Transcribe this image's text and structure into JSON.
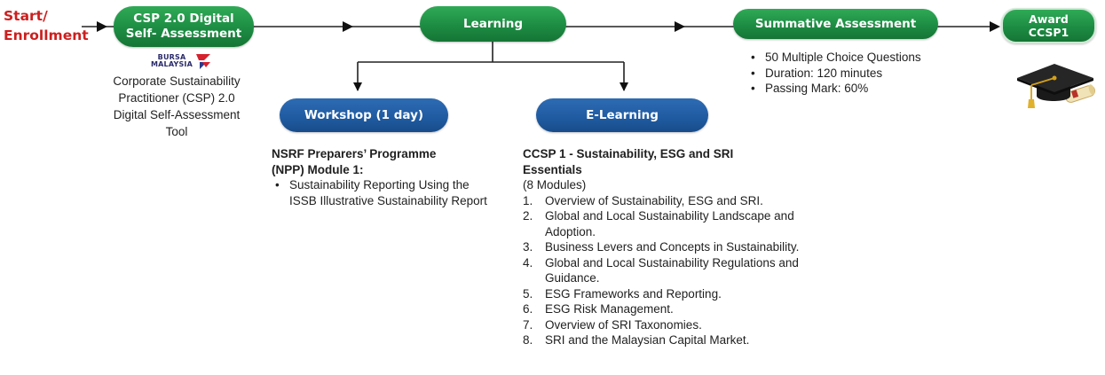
{
  "start": {
    "lines": [
      "Start/",
      "Enrollment"
    ]
  },
  "steps": {
    "self_assessment": {
      "lines": [
        "CSP 2.0 Digital",
        "Self- Assessment"
      ]
    },
    "learning": {
      "label": "Learning"
    },
    "summative": {
      "label": "Summative Assessment"
    },
    "award": {
      "lines": [
        "Award",
        "CCSP1"
      ]
    }
  },
  "bursa_logo": {
    "lines": [
      "BURSA",
      "MALAYSIA"
    ]
  },
  "csp_description": {
    "lines": [
      "Corporate Sustainability",
      "Practitioner (CSP) 2.0",
      "Digital Self-Assessment",
      "Tool"
    ]
  },
  "workshop": {
    "label": "Workshop (1 day)",
    "title_lines": [
      "NSRF Preparers’ Programme",
      "(NPP) Module 1:"
    ],
    "bullets": [
      "Sustainability Reporting Using the ISSB Illustrative Sustainability Report"
    ]
  },
  "elearning": {
    "label": "E-Learning",
    "title": "CCSP 1 - Sustainability, ESG and SRI Essentials",
    "subtitle": "(8 Modules)",
    "modules": [
      {
        "num": "1.",
        "text": "Overview of Sustainability, ESG and SRI."
      },
      {
        "num": "2.",
        "text": "Global and Local Sustainability Landscape and Adoption."
      },
      {
        "num": "3.",
        "text": "Business Levers and Concepts in Sustainability."
      },
      {
        "num": "4.",
        "text": "Global and Local Sustainability Regulations and Guidance."
      },
      {
        "num": "5.",
        "text": "ESG Frameworks and Reporting."
      },
      {
        "num": "6.",
        "text": "ESG Risk Management."
      },
      {
        "num": "7.",
        "text": "Overview of SRI Taxonomies."
      },
      {
        "num": "8.",
        "text": "SRI and the Malaysian Capital Market."
      }
    ]
  },
  "summative_details": [
    "50  Multiple Choice Questions",
    " Duration: 120 minutes",
    "Passing Mark: 60%"
  ],
  "icons": [
    "mortarboard-diploma-icon",
    "bursa-malaysia-logo"
  ],
  "colors": {
    "green": "#1e8f45",
    "blue": "#1f5aa0",
    "start_red": "#cc1f1f"
  }
}
